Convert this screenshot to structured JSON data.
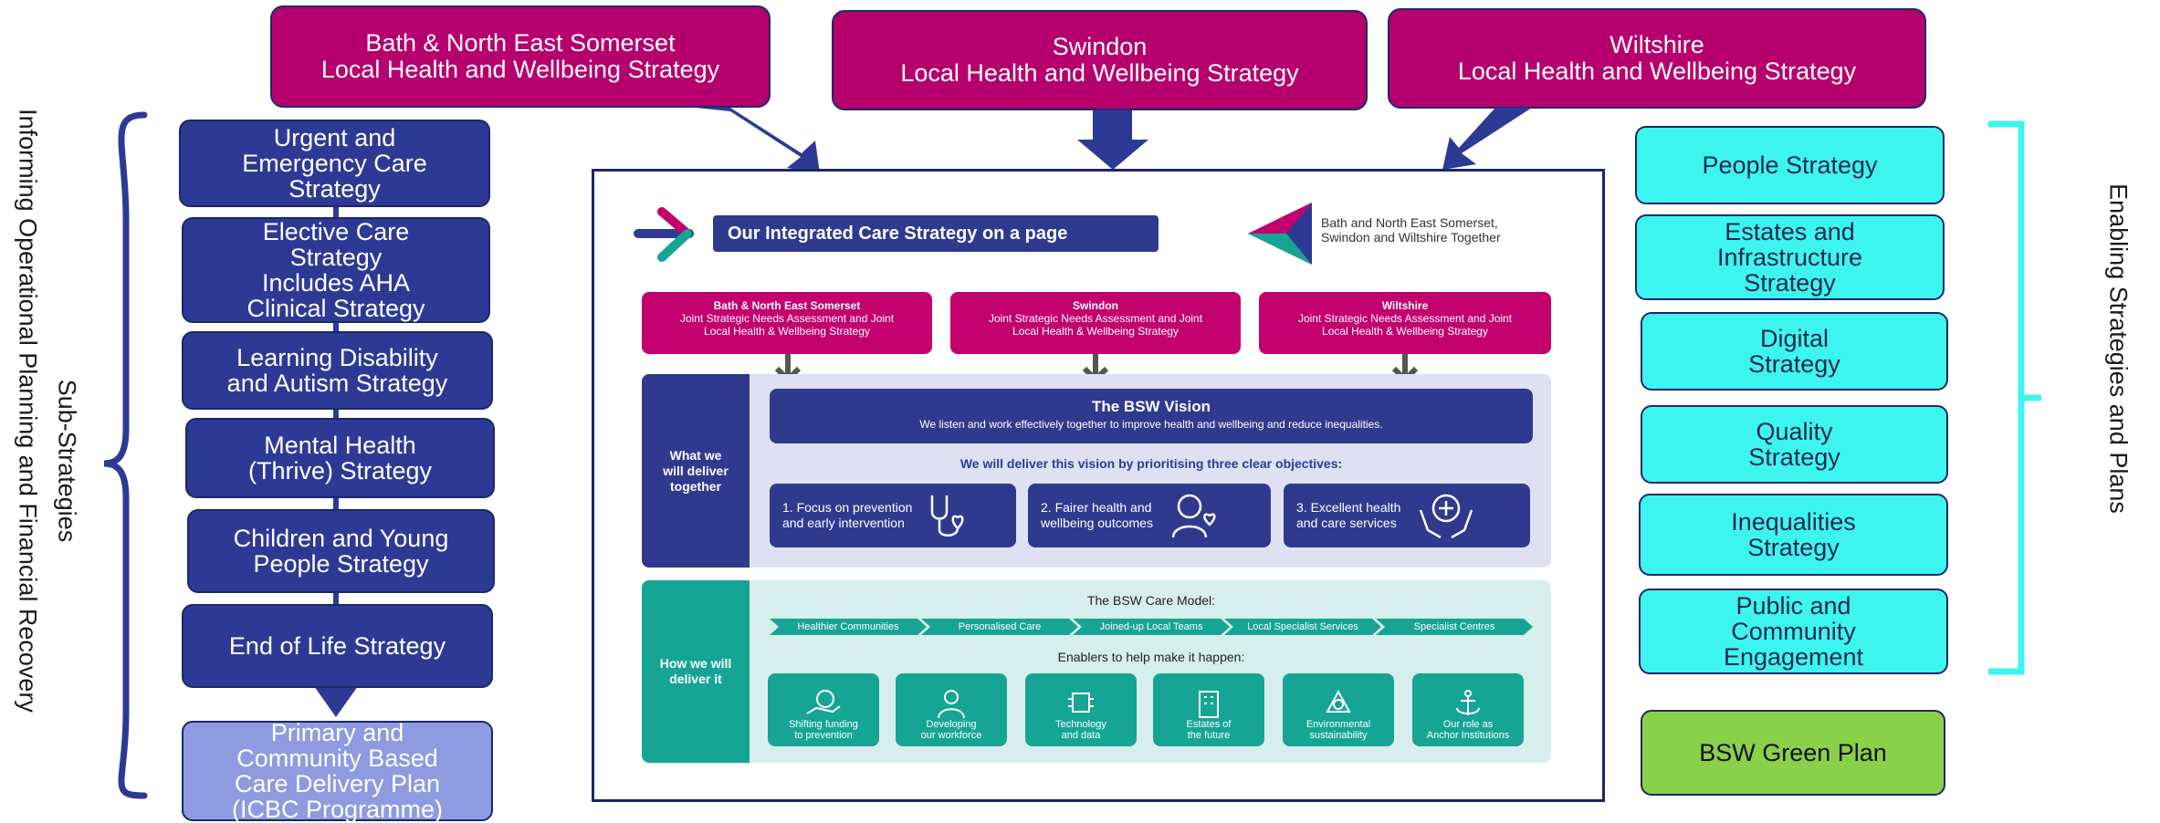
{
  "top_strategies": [
    {
      "name": "bnes",
      "label": "Bath & North East Somerset\nLocal Health and Wellbeing Strategy"
    },
    {
      "name": "swindon",
      "label": "Swindon\nLocal Health and Wellbeing Strategy"
    },
    {
      "name": "wiltshire",
      "label": "Wiltshire\nLocal Health and Wellbeing Strategy"
    }
  ],
  "left": {
    "vertical_label": "Informing Operational Planning and Financial Recovery",
    "bracket_label": "Sub-Strategies",
    "items": [
      "Urgent and\nEmergency Care\nStrategy",
      "Elective Care\nStrategy\nIncludes AHA\nClinical Strategy",
      "Learning Disability\nand Autism Strategy",
      "Mental Health\n(Thrive)  Strategy",
      "Children and Young\nPeople Strategy",
      "End of Life Strategy"
    ],
    "final_item": "Primary and\nCommunity Based\nCare Delivery Plan\n(ICBC Programme)"
  },
  "right": {
    "vertical_label": "Enabling Strategies and Plans",
    "items": [
      "People Strategy",
      "Estates and\nInfrastructure\nStrategy",
      "Digital\nStrategy",
      "Quality\nStrategy",
      "Inequalities\nStrategy",
      "Public and\nCommunity\nEngagement"
    ],
    "green_plan": "BSW Green Plan"
  },
  "card": {
    "title": "Our Integrated Care Strategy on a page",
    "logo_text": "Bath and North East Somerset,\nSwindon and Wiltshire Together",
    "jsna": [
      {
        "title": "Bath & North East Somerset",
        "text": "Joint Strategic Needs Assessment and Joint\nLocal Health & Wellbeing Strategy"
      },
      {
        "title": "Swindon",
        "text": "Joint Strategic Needs Assessment and Joint\nLocal Health & Wellbeing Strategy"
      },
      {
        "title": "Wiltshire",
        "text": "Joint Strategic Needs Assessment and Joint\nLocal Health & Wellbeing Strategy"
      }
    ],
    "what_label": "What we\nwill deliver\ntogether",
    "vision_title": "The BSW Vision",
    "vision_text": "We listen and work effectively together to improve health and wellbeing and reduce inequalities.",
    "objectives_intro": "We will deliver this vision by prioritising three clear objectives:",
    "objectives": [
      {
        "label": "1. Focus on prevention\nand early intervention",
        "icon": "stethoscope-heart-icon"
      },
      {
        "label": "2. Fairer health and\nwellbeing outcomes",
        "icon": "person-heart-icon"
      },
      {
        "label": "3. Excellent health\nand care services",
        "icon": "hands-cross-icon"
      }
    ],
    "how_label": "How we will\ndeliver it",
    "care_model_title": "The BSW Care Model:",
    "care_model": [
      "Healthier Communities",
      "Personalised Care",
      "Joined-up Local Teams",
      "Local Specialist Services",
      "Specialist Centres"
    ],
    "enablers_title": "Enablers to help make it happen:",
    "enablers": [
      {
        "label": "Shifting funding\nto prevention",
        "icon": "hand-coin-icon"
      },
      {
        "label": "Developing\nour workforce",
        "icon": "doctor-icon"
      },
      {
        "label": "Technology\nand data",
        "icon": "chip-icon"
      },
      {
        "label": "Estates of\nthe future",
        "icon": "building-icon"
      },
      {
        "label": "Environmental\nsustainability",
        "icon": "recycle-icon"
      },
      {
        "label": "Our role as\nAnchor Institutions",
        "icon": "anchor-icon"
      }
    ]
  },
  "colors": {
    "magenta": "#b5006e",
    "navy": "#2d3a95",
    "light_navy": "#8e9be0",
    "cyan": "#3df5ef",
    "green": "#8ad14a",
    "teal": "#16a595"
  }
}
